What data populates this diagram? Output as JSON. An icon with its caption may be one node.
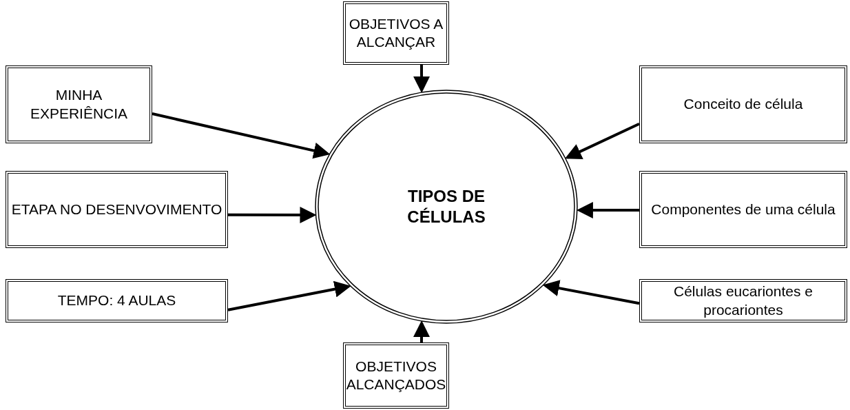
{
  "diagram": {
    "nodes": [
      {
        "text": [
          "OBJETIVOS A ALCANÇAR"
        ]
      },
      {
        "text": [
          "MINHA EXPERIÊNCIA"
        ]
      },
      {
        "text": [
          "Conceito de célula"
        ]
      },
      {
        "text": [
          "TIPOS DE CÉLULAS"
        ]
      },
      {
        "text": [
          "ETAPA NO DESENVOVIMENTO"
        ]
      },
      {
        "text": [
          "Componentes de uma célula"
        ]
      },
      {
        "text": [
          "TEMPO: 4 AULAS"
        ]
      },
      {
        "text": [
          "Células eucariontes e procariontes"
        ]
      },
      {
        "text": [
          "OBJETIVOS ALCANÇADOS"
        ]
      }
    ],
    "edges": [
      {
        "from": 0,
        "to": 3,
        "arrow": "to"
      },
      {
        "from": 1,
        "to": 3,
        "arrow": "to"
      },
      {
        "from": 2,
        "to": 3,
        "arrow": "to"
      },
      {
        "from": 4,
        "to": 3,
        "arrow": "to"
      },
      {
        "from": 5,
        "to": 3,
        "arrow": "to"
      },
      {
        "from": 6,
        "to": 3,
        "arrow": "to"
      },
      {
        "from": 7,
        "to": 3,
        "arrow": "to"
      },
      {
        "from": 8,
        "to": 3,
        "arrow": "to"
      }
    ]
  }
}
